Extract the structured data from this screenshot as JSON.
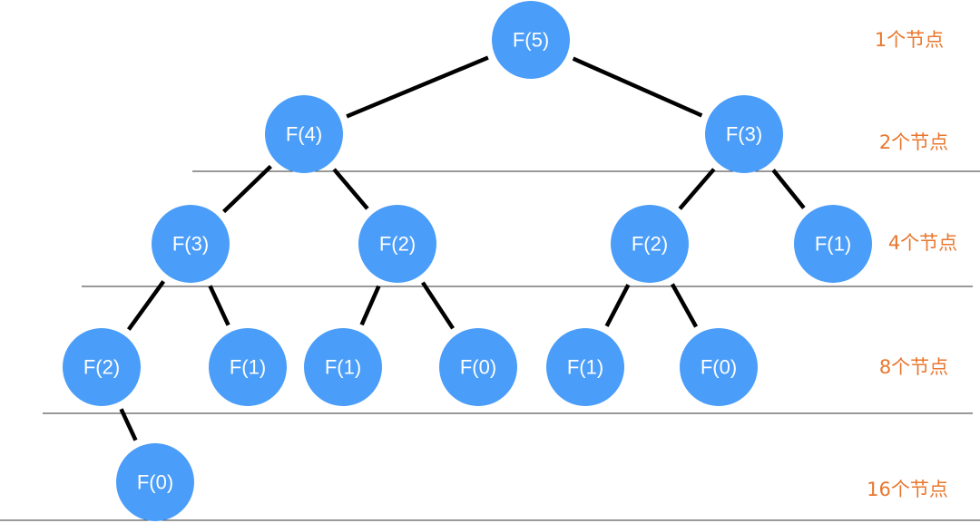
{
  "tree": {
    "nodes": [
      {
        "id": "n1",
        "label": "F(5)"
      },
      {
        "id": "n2",
        "label": "F(4)"
      },
      {
        "id": "n3",
        "label": "F(3)"
      },
      {
        "id": "n4",
        "label": "F(3)"
      },
      {
        "id": "n5",
        "label": "F(2)"
      },
      {
        "id": "n6",
        "label": "F(2)"
      },
      {
        "id": "n7",
        "label": "F(1)"
      },
      {
        "id": "n8",
        "label": "F(2)"
      },
      {
        "id": "n9",
        "label": "F(1)"
      },
      {
        "id": "n10",
        "label": "F(1)"
      },
      {
        "id": "n11",
        "label": "F(0)"
      },
      {
        "id": "n12",
        "label": "F(1)"
      },
      {
        "id": "n13",
        "label": "F(0)"
      },
      {
        "id": "n14",
        "label": "F(0)"
      }
    ],
    "edges": [
      [
        "n1",
        "n2"
      ],
      [
        "n1",
        "n3"
      ],
      [
        "n2",
        "n4"
      ],
      [
        "n2",
        "n5"
      ],
      [
        "n3",
        "n6"
      ],
      [
        "n3",
        "n7"
      ],
      [
        "n4",
        "n8"
      ],
      [
        "n4",
        "n9"
      ],
      [
        "n5",
        "n10"
      ],
      [
        "n5",
        "n11"
      ],
      [
        "n6",
        "n12"
      ],
      [
        "n6",
        "n13"
      ],
      [
        "n8",
        "n14"
      ]
    ]
  },
  "levels": [
    "1个节点",
    "2个节点",
    "4个节点",
    "8个节点",
    "16个节点"
  ],
  "colors": {
    "node_fill": "#4A9DF8",
    "node_text": "#ffffff",
    "edge": "#000000",
    "level_text": "#E8772E"
  }
}
